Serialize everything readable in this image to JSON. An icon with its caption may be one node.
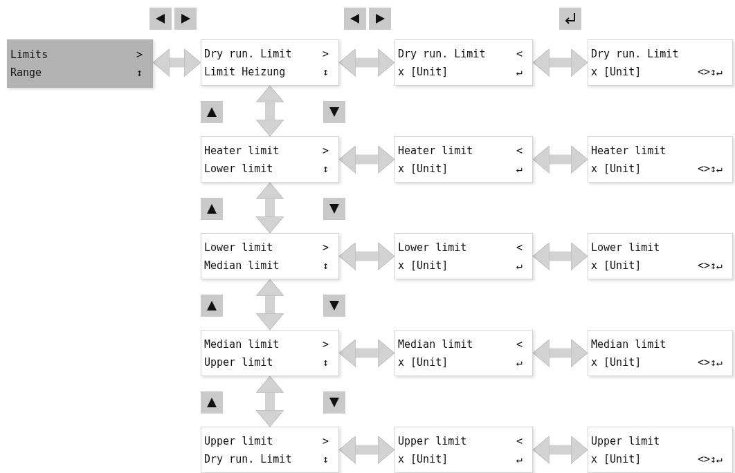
{
  "diagram": {
    "nodes": [
      {
        "text": [
          "Limits",
          ">",
          "Range",
          "↕"
        ]
      },
      {
        "text": [
          "Dry run. Limit",
          ">",
          "Limit Heizung",
          "↕"
        ]
      },
      {
        "text": [
          "Dry run. Limit",
          "<",
          "x [Unit]",
          "↵"
        ]
      },
      {
        "text": [
          "Dry run. Limit",
          "x [Unit]",
          "<>↕↵"
        ]
      },
      {
        "text": [
          "Heater limit",
          ">",
          "Lower limit",
          "↕"
        ]
      },
      {
        "text": [
          "Heater limit",
          "<",
          "x [Unit]",
          "↵"
        ]
      },
      {
        "text": [
          "Heater limit",
          "x [Unit]",
          "<>↕↵"
        ]
      },
      {
        "text": [
          "Lower limit",
          ">",
          "Median limit",
          "↕"
        ]
      },
      {
        "text": [
          "Lower limit",
          "<",
          "x [Unit]",
          "↵"
        ]
      },
      {
        "text": [
          "Lower limit",
          "x [Unit]",
          "<>↕↵"
        ]
      },
      {
        "text": [
          "Median limit",
          ">",
          "Upper limit",
          "↕"
        ]
      },
      {
        "text": [
          "Median limit",
          "<",
          "x [Unit]",
          "↵"
        ]
      },
      {
        "text": [
          "Median limit",
          "x [Unit]",
          "<>↕↵"
        ]
      },
      {
        "text": [
          "Upper limit",
          ">",
          "Dry run. Limit",
          "↕"
        ]
      },
      {
        "text": [
          "Upper limit",
          "<",
          "x [Unit]",
          "↵"
        ]
      },
      {
        "text": [
          "Upper limit",
          "x [Unit]",
          "<>↕↵"
        ]
      }
    ],
    "edges": [
      {
        "from": 0,
        "to": 1,
        "arrow": "both"
      },
      {
        "from": 1,
        "to": 2,
        "arrow": "both"
      },
      {
        "from": 2,
        "to": 3,
        "arrow": "both"
      },
      {
        "from": 1,
        "to": 4,
        "arrow": "both"
      },
      {
        "from": 4,
        "to": 5,
        "arrow": "both"
      },
      {
        "from": 5,
        "to": 6,
        "arrow": "both"
      },
      {
        "from": 4,
        "to": 7,
        "arrow": "both"
      },
      {
        "from": 7,
        "to": 8,
        "arrow": "both"
      },
      {
        "from": 8,
        "to": 9,
        "arrow": "both"
      },
      {
        "from": 7,
        "to": 10,
        "arrow": "both"
      },
      {
        "from": 10,
        "to": 11,
        "arrow": "both"
      },
      {
        "from": 11,
        "to": 12,
        "arrow": "both"
      },
      {
        "from": 10,
        "to": 13,
        "arrow": "both"
      },
      {
        "from": 13,
        "to": 14,
        "arrow": "both"
      },
      {
        "from": 14,
        "to": 15,
        "arrow": "both"
      }
    ]
  }
}
